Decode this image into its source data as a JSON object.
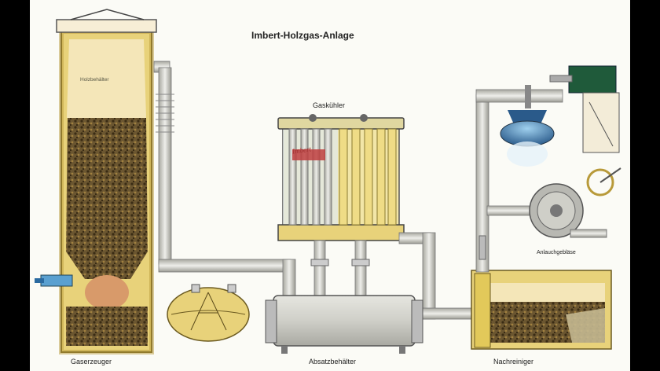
{
  "diagram": {
    "title": "Imbert-Holzgas-Anlage",
    "labels": {
      "gaskuehler": "Gaskühler",
      "gaserzeuger": "Gaserzeuger",
      "absatzbehaelter": "Absatzbehälter",
      "nachreiniger": "Nachreiniger",
      "ansaugegeblaese": "Anlauchgebläse",
      "hopper": "Holzbehälter",
      "logo": "Imbert"
    }
  },
  "colors": {
    "tank_yellow": "#e8d27a",
    "pipe_gray": "#c9c9c0",
    "fuel_brown": "#5a4a2a",
    "cooler_blue": "#9cc0d8",
    "accent_green": "#1f5a3a"
  }
}
